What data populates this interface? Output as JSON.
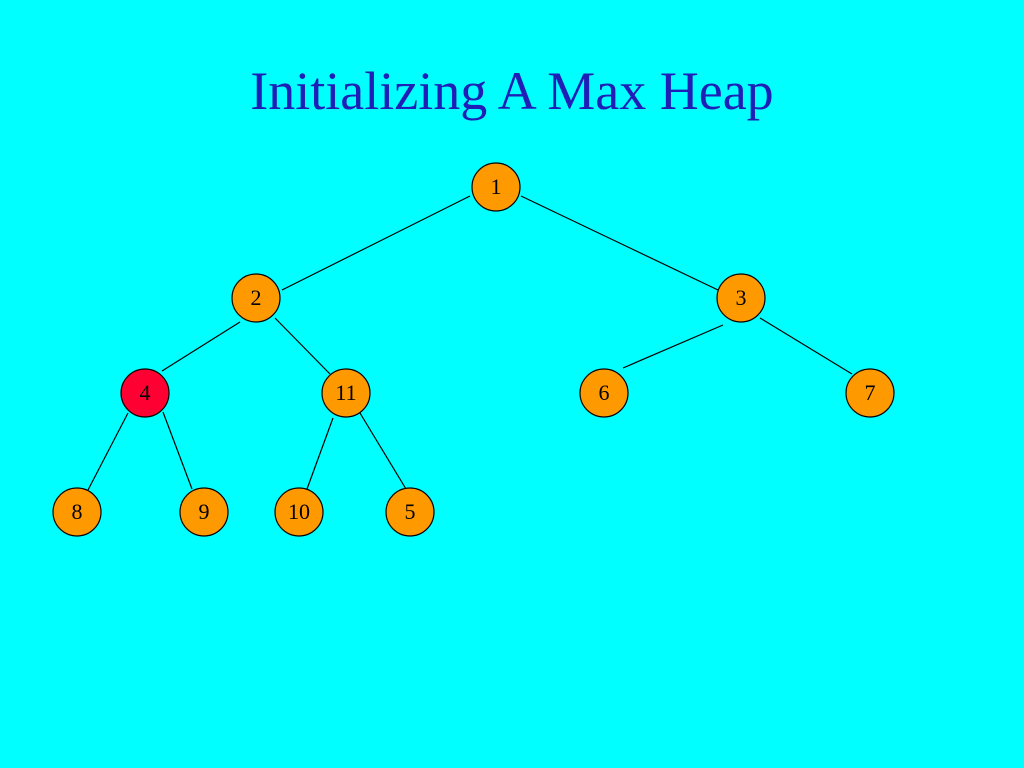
{
  "title": "Initializing A Max Heap",
  "colors": {
    "background": "#00ffff",
    "title": "#1f1fb8",
    "node_fill": "#ff9900",
    "highlight_fill": "#ff0033"
  },
  "tree": {
    "nodes": [
      {
        "id": "n1",
        "label": "1",
        "highlighted": false
      },
      {
        "id": "n2",
        "label": "2",
        "highlighted": false
      },
      {
        "id": "n3",
        "label": "3",
        "highlighted": false
      },
      {
        "id": "n4",
        "label": "4",
        "highlighted": true
      },
      {
        "id": "n5",
        "label": "11",
        "highlighted": false
      },
      {
        "id": "n6",
        "label": "6",
        "highlighted": false
      },
      {
        "id": "n7",
        "label": "7",
        "highlighted": false
      },
      {
        "id": "n8",
        "label": "8",
        "highlighted": false
      },
      {
        "id": "n9",
        "label": "9",
        "highlighted": false
      },
      {
        "id": "n10",
        "label": "10",
        "highlighted": false
      },
      {
        "id": "n11",
        "label": "5",
        "highlighted": false
      }
    ],
    "edges": [
      [
        "n1",
        "n2"
      ],
      [
        "n1",
        "n3"
      ],
      [
        "n2",
        "n4"
      ],
      [
        "n2",
        "n5"
      ],
      [
        "n3",
        "n6"
      ],
      [
        "n3",
        "n7"
      ],
      [
        "n4",
        "n8"
      ],
      [
        "n4",
        "n9"
      ],
      [
        "n5",
        "n10"
      ],
      [
        "n5",
        "n11"
      ]
    ]
  }
}
